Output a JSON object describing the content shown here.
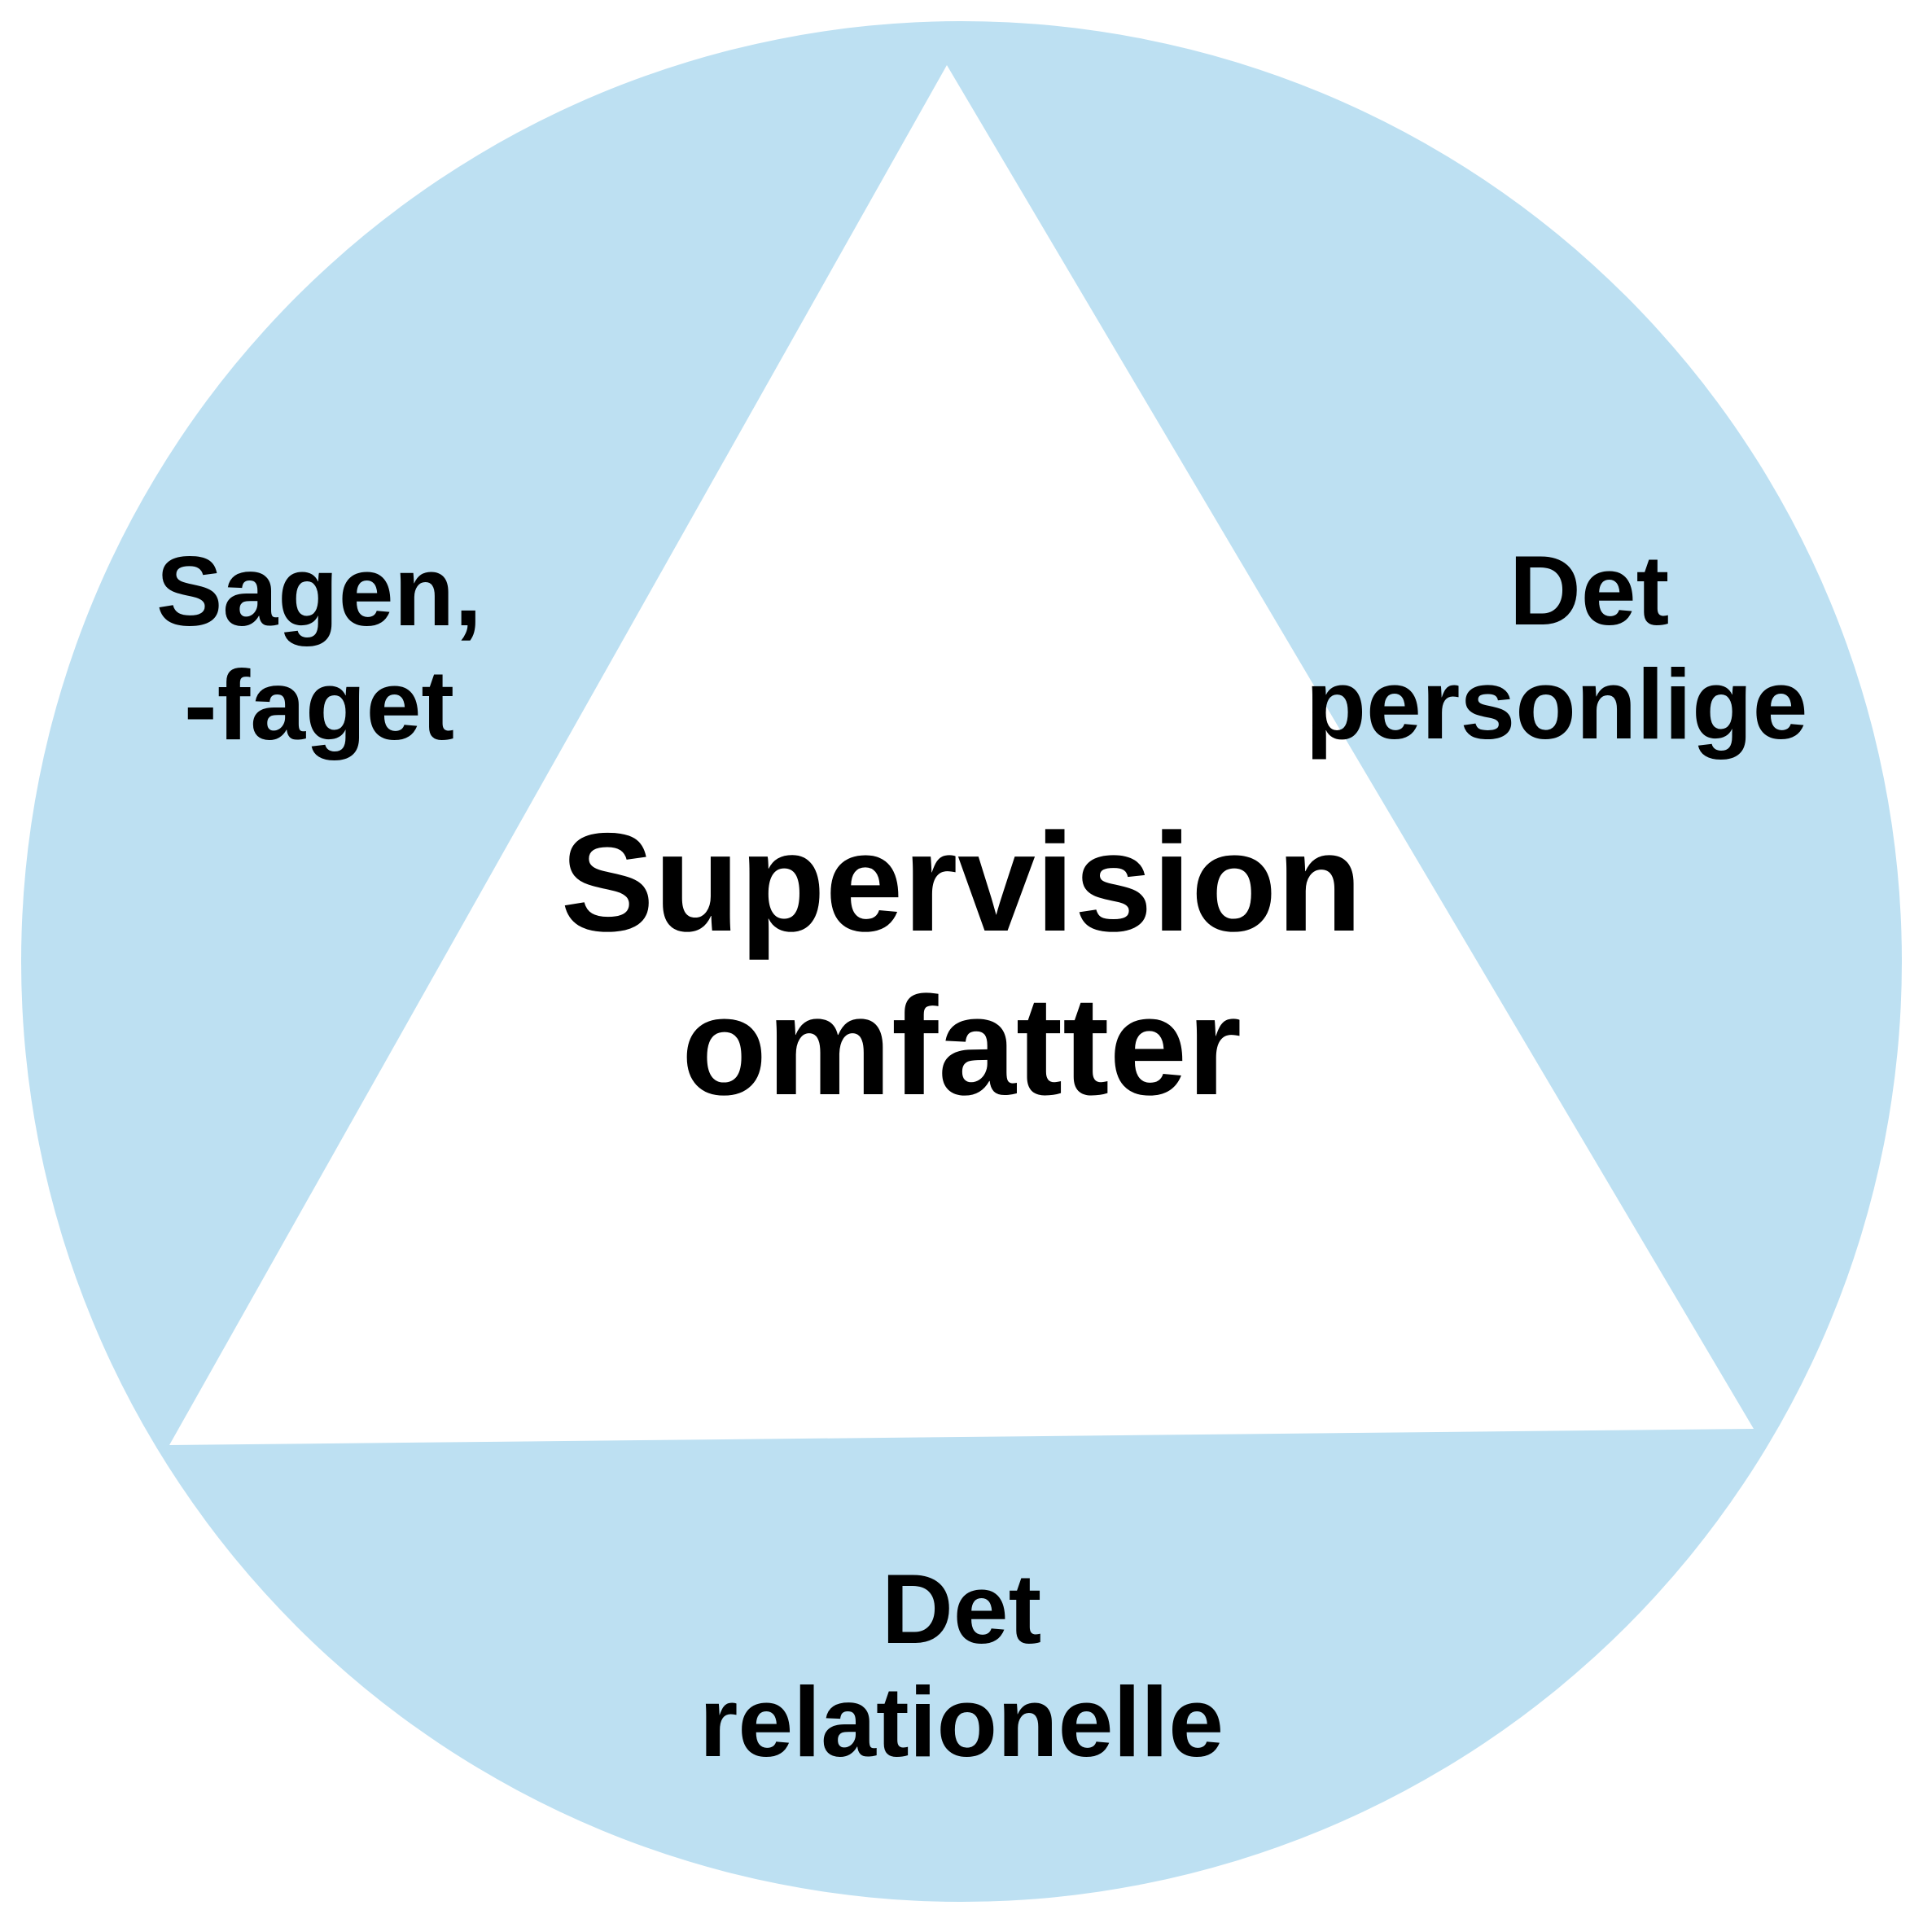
{
  "colors": {
    "circle_fill": "#BDE0F2",
    "triangle_fill": "#FFFFFF",
    "text": "#000000",
    "background": "#FFFFFF"
  },
  "center": {
    "lines": [
      "Supervision",
      "omfatter"
    ]
  },
  "segments": [
    {
      "id": "top-left",
      "lines": [
        "Sagen,",
        "-faget"
      ]
    },
    {
      "id": "top-right",
      "lines": [
        "Det",
        "personlige"
      ]
    },
    {
      "id": "bottom",
      "lines": [
        "Det",
        "relationelle"
      ]
    }
  ]
}
